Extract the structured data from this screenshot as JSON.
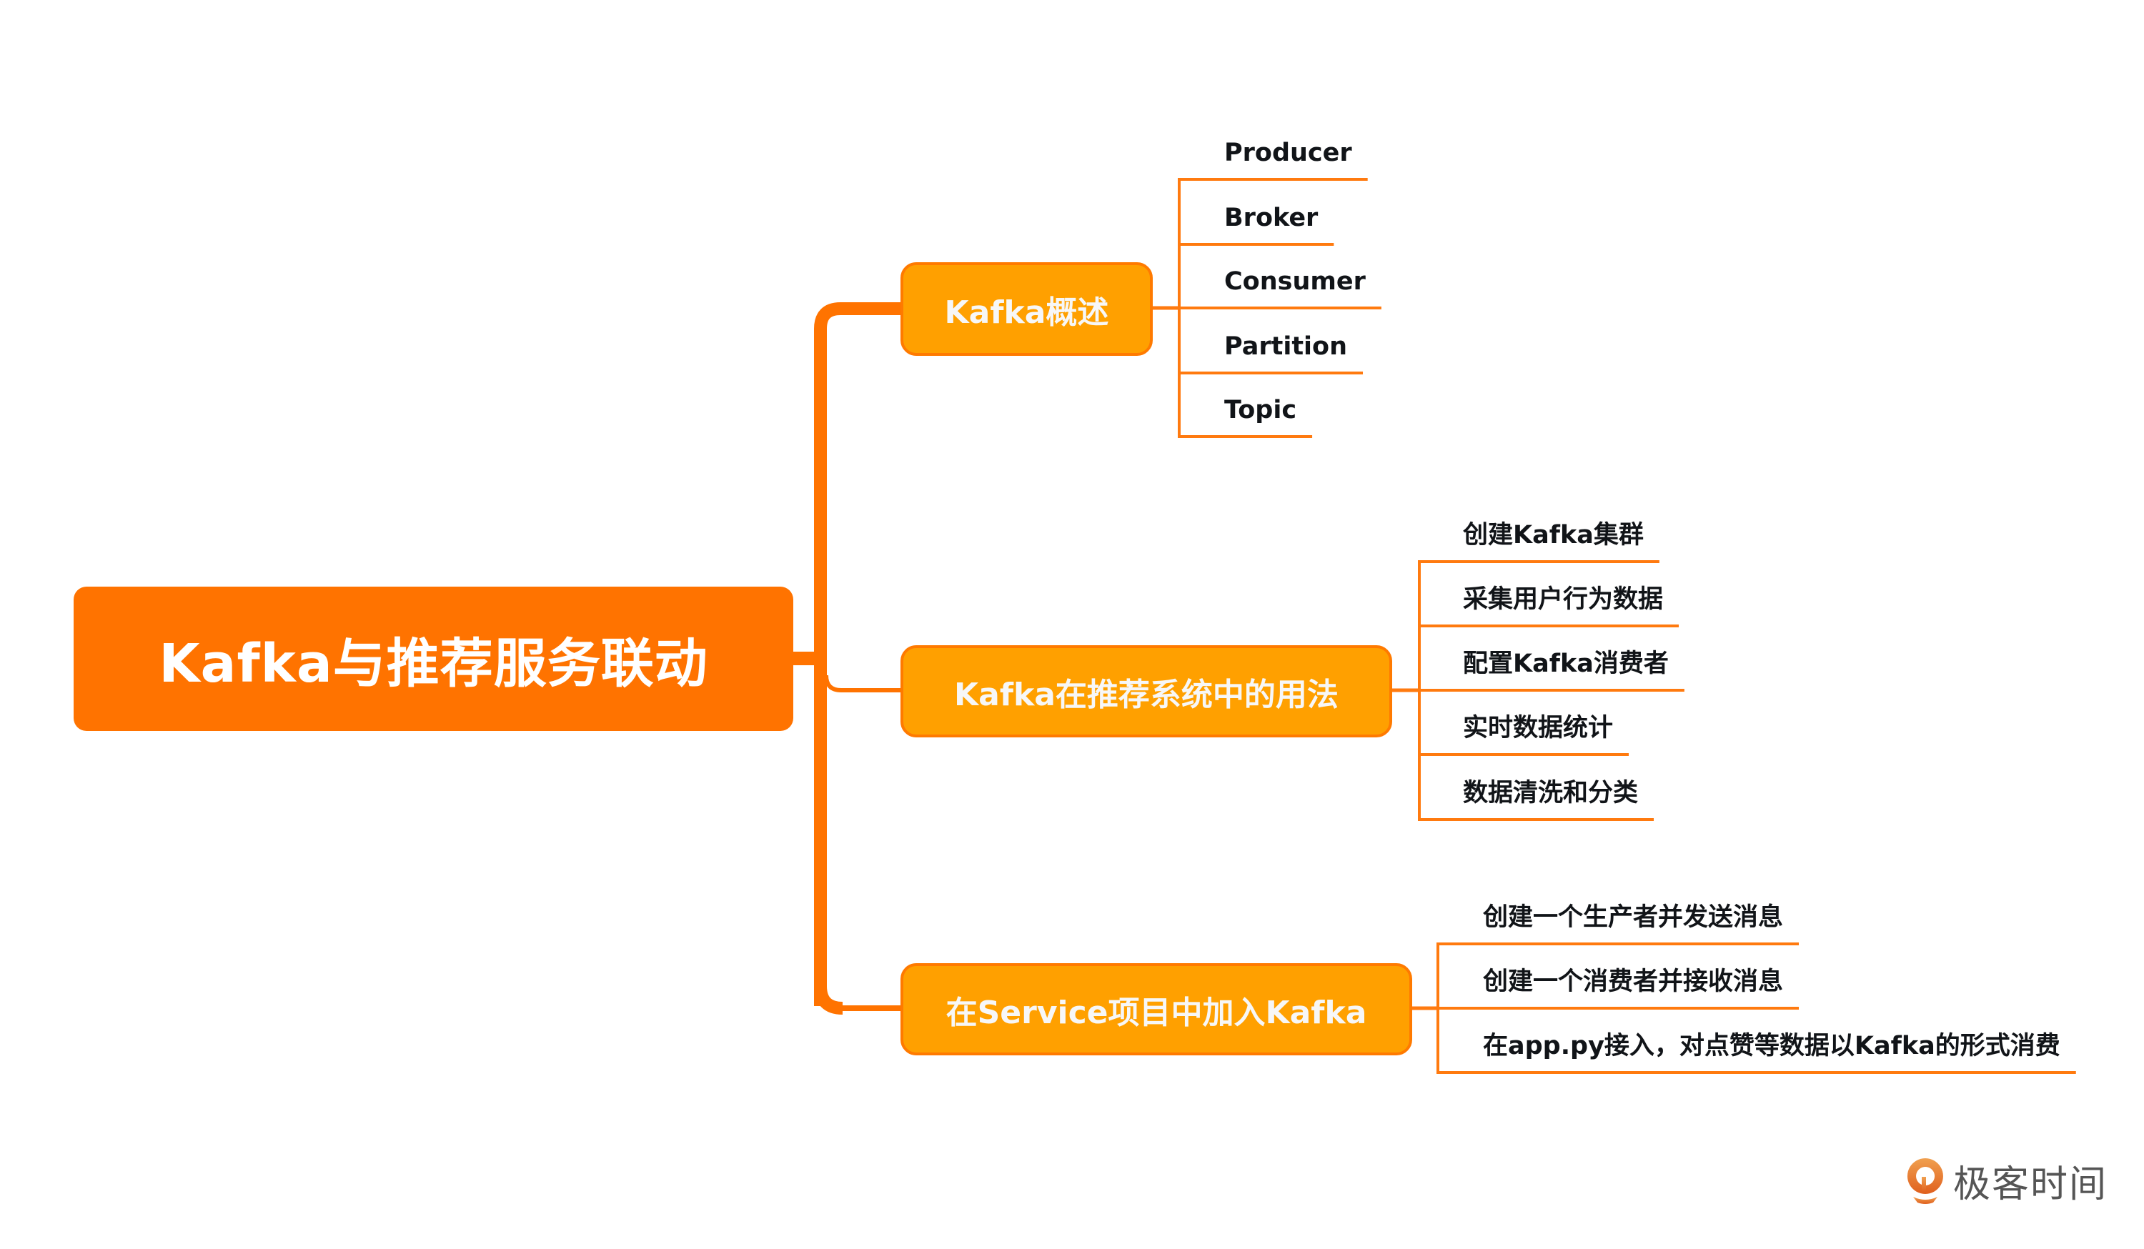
{
  "mindmap": {
    "root": {
      "label": "Kafka与推荐服务联动"
    },
    "branches": [
      {
        "label": "Kafka概述",
        "children": [
          "Producer",
          "Broker",
          "Consumer",
          "Partition",
          "Topic"
        ]
      },
      {
        "label": "Kafka在推荐系统中的用法",
        "children": [
          "创建Kafka集群",
          "采集用户行为数据",
          "配置Kafka消费者",
          "实时数据统计",
          "数据清洗和分类"
        ]
      },
      {
        "label": "在Service项目中加入Kafka",
        "children": [
          "创建一个生产者并发送消息",
          "创建一个消费者并接收消息",
          "在app.py接入，对点赞等数据以Kafka的形式消费"
        ]
      }
    ]
  },
  "logo": {
    "icon": "geektime-logo-icon",
    "text": "极客时间"
  },
  "colors": {
    "root_fill": "#FF7300",
    "branch_fill": "#FFA000",
    "branch_border": "#FF7A00",
    "connector": "#FF7300",
    "leaf_underline": "#FF7A0F",
    "leaf_text": "#111418",
    "logo_text": "#555555"
  }
}
